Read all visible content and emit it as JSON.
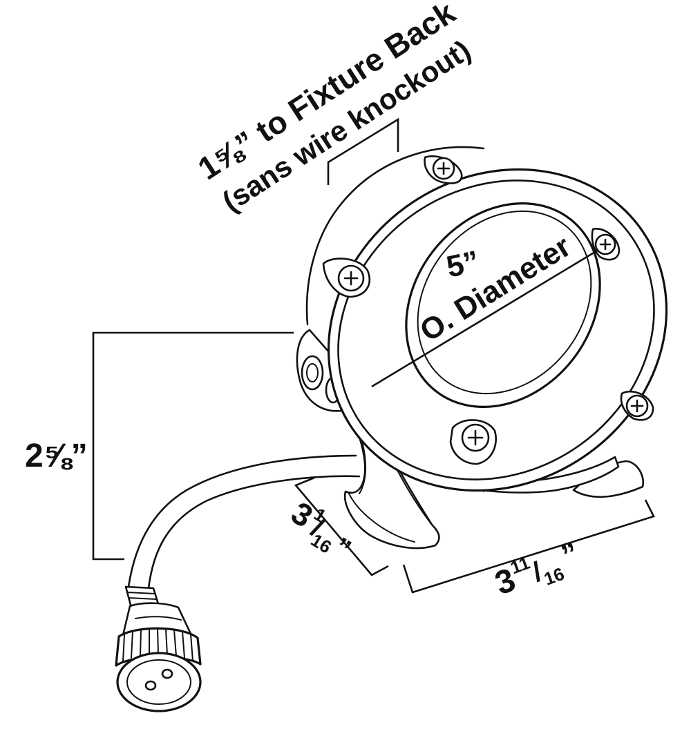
{
  "diagram": {
    "labels": {
      "back_depth_line1": "1⅝” to Fixture Back",
      "back_depth_line2": "(sans wire knockout)",
      "diameter_value": "5”",
      "diameter_label": "O. Diameter",
      "height": "2⅝”",
      "base_depth_whole": "3",
      "base_depth_num": "1",
      "base_depth_den": "16",
      "base_depth_quote": "”",
      "base_width_whole": "3",
      "base_width_num": "11",
      "base_width_den": "16",
      "base_width_quote": "”"
    },
    "line_color": "#111111",
    "background": "#ffffff"
  }
}
